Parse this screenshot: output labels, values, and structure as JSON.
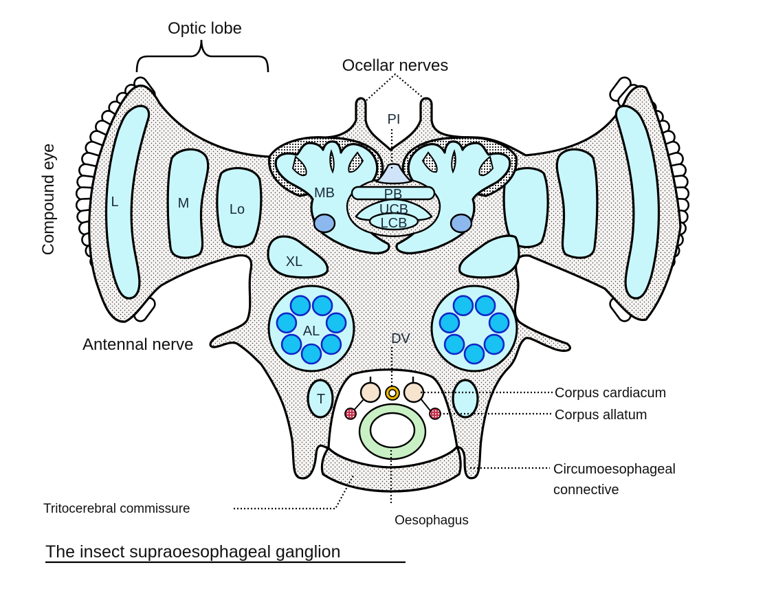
{
  "title": "The insect supraoesophageal ganglion",
  "colors": {
    "tissue": "#f6f4f2",
    "neuropil": "#c8f7fb",
    "neuropil_dark": "#8cb8ee",
    "glomerulus": "#18c2f2",
    "glomerulus_stroke": "#1026c8",
    "corpus_cardiacum": "#f7e4cf",
    "corpus_allatum": "#c0304a",
    "oesophagus": "#c9f0c4",
    "dorsal_vessel": "#e8b800"
  },
  "labels": {
    "optic_lobe": "Optic lobe",
    "ocellar_nerves": "Ocellar nerves",
    "compound_eye": "Compound eye",
    "antennal_nerve": "Antennal nerve",
    "corpus_cardiacum": "Corpus cardiacum",
    "corpus_allatum": "Corpus allatum",
    "circumoesophageal_1": "Circumoesophageal",
    "circumoesophageal_2": "connective",
    "tritocerebral_commissure": "Tritocerebral commissure",
    "oesophagus": "Oesophagus"
  },
  "structures": {
    "lamina": "L",
    "medulla": "M",
    "lobula": "Lo",
    "mushroom_body": "MB",
    "pars_intercerebralis": "PI",
    "protocerebral_bridge": "PB",
    "upper_central_body": "UCB",
    "lower_central_body": "LCB",
    "lateral_horn": "XL",
    "antennal_lobe": "AL",
    "dorsal_vessel": "DV",
    "tritocerebrum": "T"
  }
}
